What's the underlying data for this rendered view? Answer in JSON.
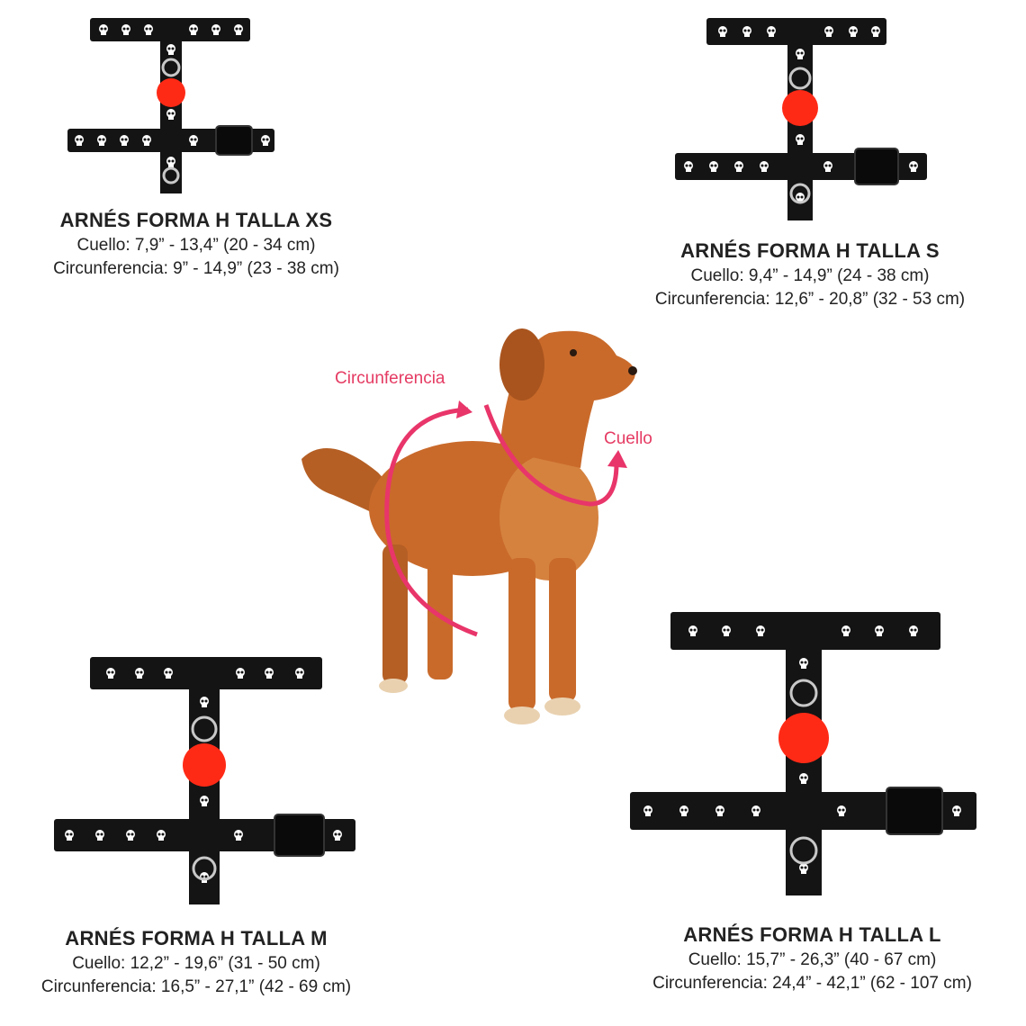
{
  "colors": {
    "strap": "#141414",
    "skull": "#ffffff",
    "tag": "#ff2a16",
    "ring": "#c8c8c8",
    "arrow": "#e8356a",
    "dog": "#c96a2b"
  },
  "products": [
    {
      "title": "ARNÉS FORMA H TALLA XS",
      "neck": "Cuello: 7,9” - 13,4” (20 - 34 cm)",
      "girth": "Circunferencia: 9” - 14,9” (23 - 38 cm)"
    },
    {
      "title": "ARNÉS FORMA H TALLA S",
      "neck": "Cuello: 9,4” - 14,9” (24 - 38 cm)",
      "girth": "Circunferencia: 12,6” - 20,8” (32 - 53 cm)"
    },
    {
      "title": "ARNÉS FORMA H TALLA M",
      "neck": "Cuello: 12,2” - 19,6” (31 - 50 cm)",
      "girth": "Circunferencia: 16,5” - 27,1” (42 - 69 cm)"
    },
    {
      "title": "ARNÉS FORMA H TALLA L",
      "neck": "Cuello: 15,7” - 26,3” (40 - 67 cm)",
      "girth": "Circunferencia: 24,4” - 42,1” (62 - 107 cm)"
    }
  ],
  "dog": {
    "girth_label": "Circunferencia",
    "neck_label": "Cuello"
  },
  "icons": [
    "skull-icon",
    "buckle-icon",
    "d-ring-icon",
    "tag-icon"
  ]
}
